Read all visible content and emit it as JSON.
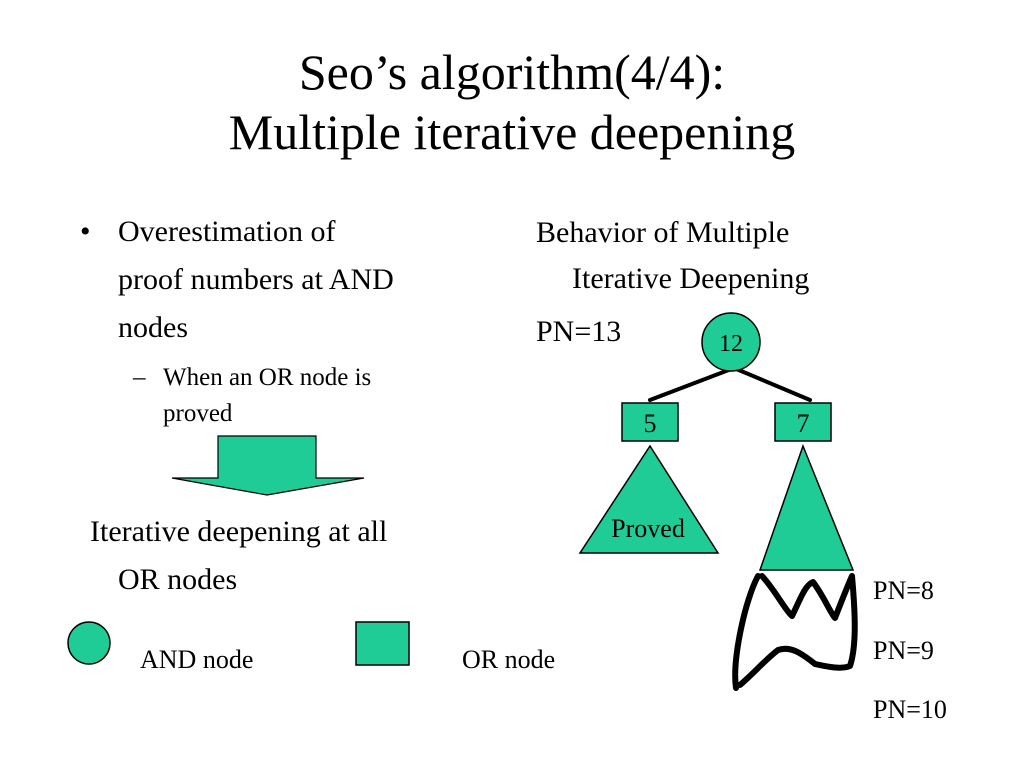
{
  "title": {
    "line1": "Seo’s algorithm(4/4):",
    "line2": "Multiple iterative deepening"
  },
  "left": {
    "bullet_symbol": "•",
    "bullet": [
      "Overestimation of",
      "proof numbers at AND",
      "nodes"
    ],
    "sub_symbol": "–",
    "sub_bullet": [
      "When an OR node is",
      "proved"
    ],
    "conclusion": [
      "Iterative deepening at all",
      "OR nodes"
    ]
  },
  "right": {
    "heading": [
      "Behavior of Multiple",
      "Iterative Deepening"
    ],
    "root_pn": "PN=13",
    "root_value": "12",
    "left_child_value": "5",
    "right_child_value": "7",
    "proved_label": "Proved",
    "pn_steps": [
      "PN=8",
      "PN=9",
      "PN=10"
    ]
  },
  "legend": {
    "and_label": "AND node",
    "or_label": "OR node"
  },
  "colors": {
    "node_fill": "#1fcc96",
    "outline": "#000000"
  },
  "icons": {
    "down_arrow": "down-arrow-icon"
  }
}
